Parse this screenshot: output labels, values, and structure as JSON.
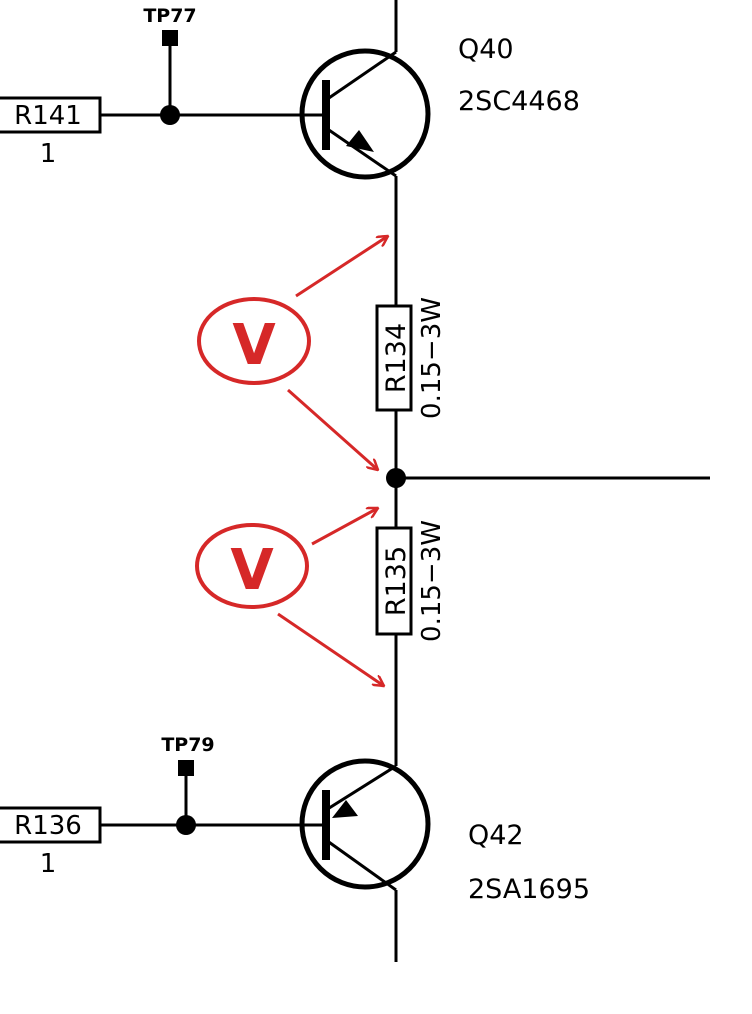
{
  "colors": {
    "wire": "#000000",
    "annotation": "#d62828",
    "background": "#ffffff"
  },
  "transistors": [
    {
      "ref": "Q40",
      "part": "2SC4468",
      "type": "NPN"
    },
    {
      "ref": "Q42",
      "part": "2SA1695",
      "type": "PNP"
    }
  ],
  "resistors": [
    {
      "ref": "R141",
      "value": "1"
    },
    {
      "ref": "R136",
      "value": "1"
    },
    {
      "ref": "R134",
      "value": "0.15−3W"
    },
    {
      "ref": "R135",
      "value": "0.15−3W"
    }
  ],
  "test_points": [
    {
      "ref": "TP77"
    },
    {
      "ref": "TP79"
    }
  ],
  "annotations": [
    {
      "label": "V",
      "target": "R134"
    },
    {
      "label": "V",
      "target": "R135"
    }
  ]
}
